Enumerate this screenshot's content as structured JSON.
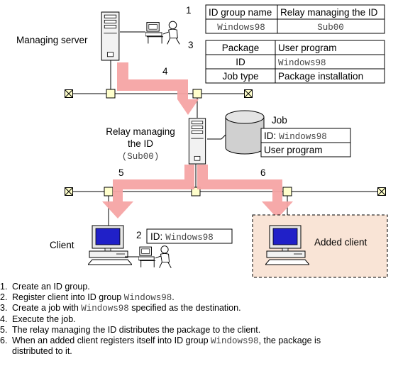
{
  "labels": {
    "managing_server": "Managing server",
    "relay_line1": "Relay managing",
    "relay_line2": "the ID",
    "relay_id": "(Sub00)",
    "job": "Job",
    "client": "Client",
    "added_client": "Added client"
  },
  "callouts": {
    "c1": "1",
    "c2": "2",
    "c3": "3",
    "c4": "4",
    "c5": "5",
    "c6": "6"
  },
  "id_group_table": {
    "headers": [
      "ID group name",
      "Relay managing the ID"
    ],
    "row": [
      "Windows98",
      "Sub00"
    ]
  },
  "package_table": {
    "rows": [
      [
        "Package",
        "User program"
      ],
      [
        "ID",
        "Windows98"
      ],
      [
        "Job type",
        "Package installation"
      ]
    ]
  },
  "job_box": {
    "id_label": "ID:",
    "id_value": "Windows98",
    "program": "User program"
  },
  "client_id": {
    "label": "ID:",
    "value": "Windows98"
  },
  "steps": [
    {
      "num": "1.",
      "parts": [
        {
          "t": "Create an ID group."
        }
      ]
    },
    {
      "num": "2.",
      "parts": [
        {
          "t": "Register client into ID group "
        },
        {
          "t": "Windows98",
          "code": true
        },
        {
          "t": "."
        }
      ]
    },
    {
      "num": "3.",
      "parts": [
        {
          "t": "Create a job with "
        },
        {
          "t": "Windows98",
          "code": true
        },
        {
          "t": " specified as the destination."
        }
      ]
    },
    {
      "num": "4.",
      "parts": [
        {
          "t": "Execute the job."
        }
      ]
    },
    {
      "num": "5.",
      "parts": [
        {
          "t": "The relay managing the ID distributes the package to the client."
        }
      ]
    },
    {
      "num": "6.",
      "parts": [
        {
          "t": "When an added client registers itself into ID group "
        },
        {
          "t": "Windows98",
          "code": true
        },
        {
          "t": ", the package is"
        }
      ],
      "cont": "distributed to it."
    }
  ],
  "colors": {
    "arrow": "#f6a4a4",
    "added_client_fill": "#f9e4d6",
    "screen": "#2020c8",
    "node_fill": "#ffffcc"
  }
}
